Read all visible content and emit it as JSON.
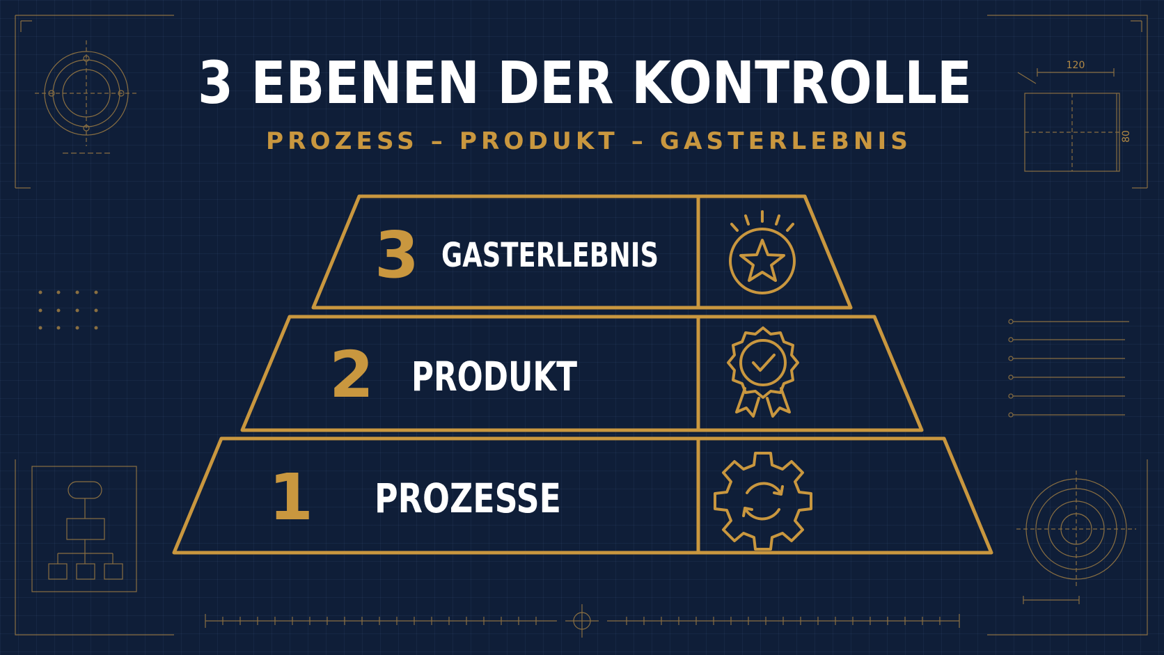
{
  "title": "3 EBENEN DER KONTROLLE",
  "subtitle": "PROZESS – PRODUKT – GASTERLEBNIS",
  "colors": {
    "background": "#0f1e38",
    "gold": "#c9973f",
    "text": "#ffffff"
  },
  "levels": [
    {
      "number": "3",
      "label": "GASTERLEBNIS",
      "icon": "star-badge-icon"
    },
    {
      "number": "2",
      "label": "PRODUKT",
      "icon": "award-rosette-icon"
    },
    {
      "number": "1",
      "label": "PROZESSE",
      "icon": "gear-cycle-icon"
    }
  ],
  "decor": {
    "dim_width": "120",
    "dim_height": "80"
  }
}
